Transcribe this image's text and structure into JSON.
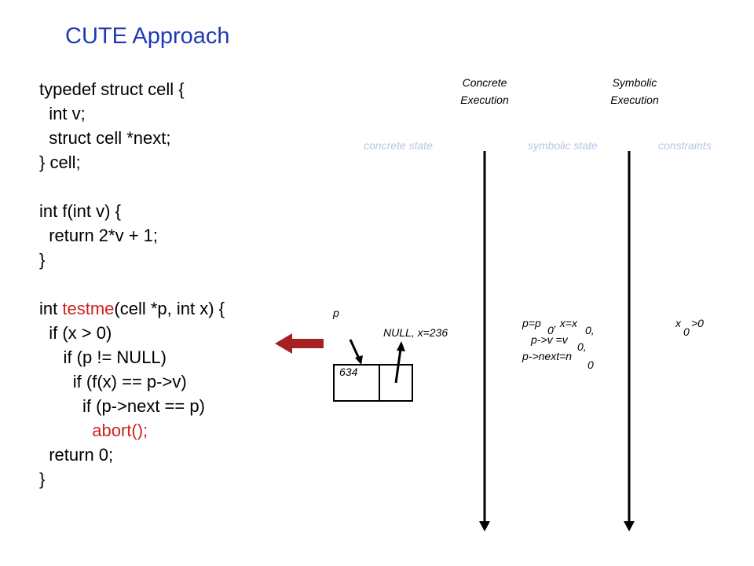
{
  "title": "CUTE Approach",
  "code_lines": [
    "typedef struct cell {",
    "  int v;",
    "  struct cell *next;",
    "} cell;",
    "",
    "int f(int v) {",
    "  return 2*v + 1;",
    "}",
    "",
    "int testme(cell *p, int x) {",
    "  if (x > 0)",
    "     if (p != NULL)",
    "       if (f(x) == p->v)",
    "         if (p->next == p)",
    "           abort();",
    "  return 0;",
    "}"
  ],
  "code_highlights": {
    "testme": "testme",
    "abort": "abort();"
  },
  "columns": {
    "concrete_execution": [
      "Concrete",
      "Execution"
    ],
    "symbolic_execution": [
      "Symbolic",
      "Execution"
    ]
  },
  "state_labels": {
    "concrete_state": "concrete state",
    "symbolic_state": "symbolic state",
    "constraints": "constraints"
  },
  "concrete_state": {
    "pointer_label": "p",
    "cell_value": "634",
    "next_label": "NULL, x=236"
  },
  "symbolic_state": {
    "line1": "p=p",
    "sub1": "0",
    "line1b": ", x=x",
    "sub1b": "0,",
    "line2": "p->v =v",
    "sub2": "0,",
    "line3": "p->next=n",
    "sub3": "0"
  },
  "constraints": {
    "expr_main": "x",
    "expr_sub": "0",
    "expr_tail": ">0"
  },
  "colors": {
    "title": "#1f3bb5",
    "highlight": "#cc2222",
    "faded_label": "#b8c4e6",
    "current_line_arrow": "#a52020"
  },
  "icons": {
    "current_line_marker": "left-arrow-icon"
  }
}
